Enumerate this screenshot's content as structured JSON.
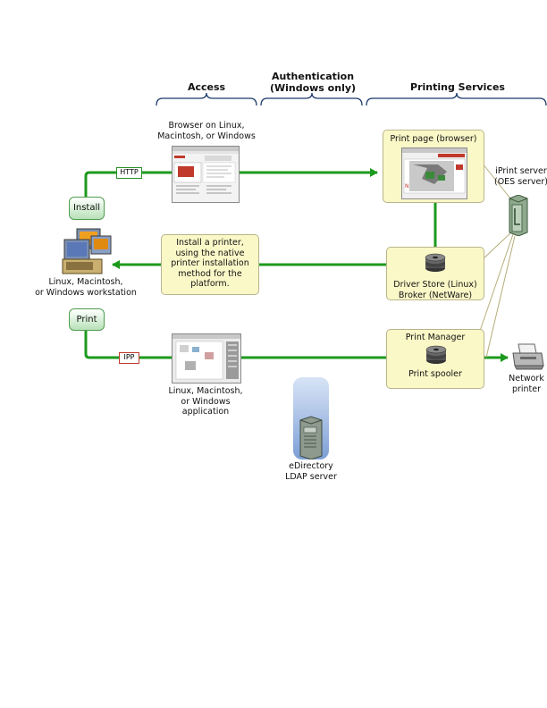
{
  "headers": {
    "access": "Access",
    "authentication_line1": "Authentication",
    "authentication_line2": "(Windows only)",
    "printing_services": "Printing Services"
  },
  "browser": {
    "caption_line1": "Browser on Linux,",
    "caption_line2": "Macintosh, or Windows"
  },
  "protocols": {
    "http": "HTTP",
    "ipp": "IPP"
  },
  "buttons": {
    "install": "Install",
    "print": "Print"
  },
  "workstation": {
    "line1": "Linux, Macintosh,",
    "line2": "or Windows workstation"
  },
  "install_note": {
    "line1": "Install a printer,",
    "line2": "using the native",
    "line3": "printer installation",
    "line4": "method for the",
    "line5": "platform."
  },
  "print_page_box": {
    "title": "Print page (browser)"
  },
  "driver_store_box": {
    "line1": "Driver Store (Linux)",
    "line2": "Broker (NetWare)"
  },
  "print_manager_box": {
    "title": "Print Manager",
    "spooler": "Print spooler"
  },
  "iprint_server": {
    "line1": "iPrint server",
    "line2": "(OES server)"
  },
  "application": {
    "line1": "Linux, Macintosh,",
    "line2": "or Windows",
    "line3": "application"
  },
  "edirectory": {
    "line1": "eDirectory",
    "line2": "LDAP server"
  },
  "network_printer": {
    "line1": "Network",
    "line2": "printer"
  },
  "colors": {
    "arrow_green": "#1d9a1d",
    "box_yellow": "#fbf8c8",
    "tag_http_border": "#2b8f2b",
    "tag_ipp_border": "#c0392b"
  }
}
